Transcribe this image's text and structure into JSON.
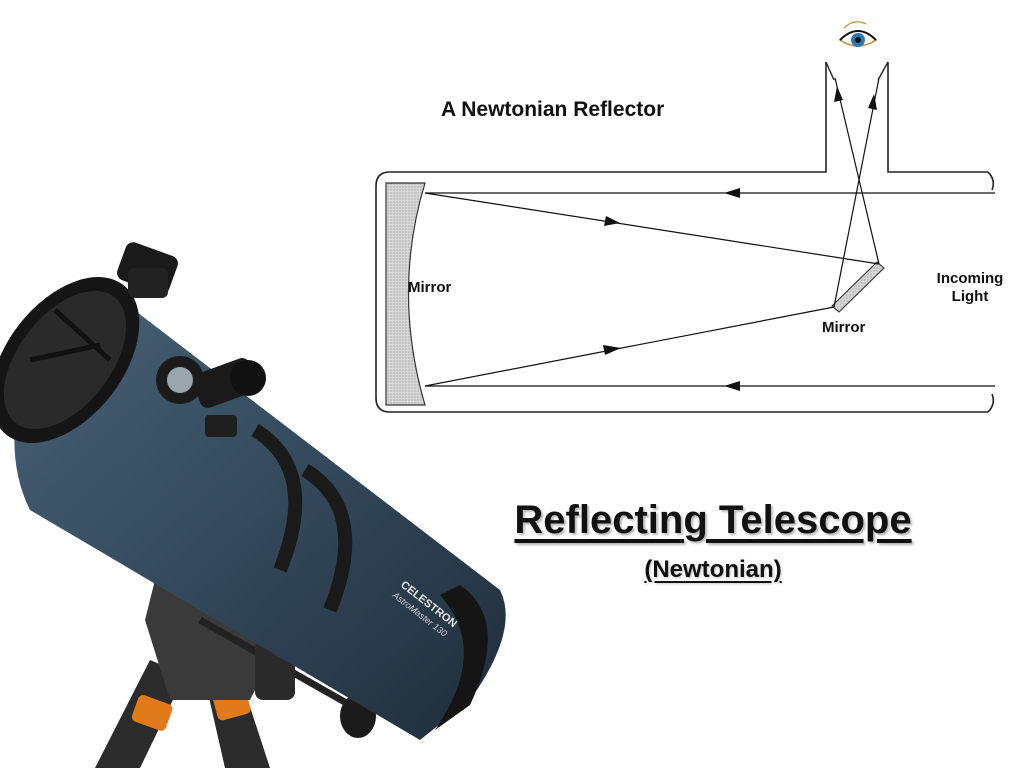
{
  "diagram": {
    "title": "A Newtonian Reflector",
    "labels": {
      "primary_mirror": "Mirror",
      "secondary_mirror": "Mirror",
      "incoming_light_line1": "Incoming",
      "incoming_light_line2": "Light"
    }
  },
  "photo": {
    "brand": "CELESTRON",
    "model": "AstroMaster 130"
  },
  "slide": {
    "title": "Reflecting Telescope",
    "subtitle": "(Newtonian)"
  },
  "colors": {
    "tube": "#34495c",
    "black": "#111111",
    "orange": "#e07a1a"
  }
}
